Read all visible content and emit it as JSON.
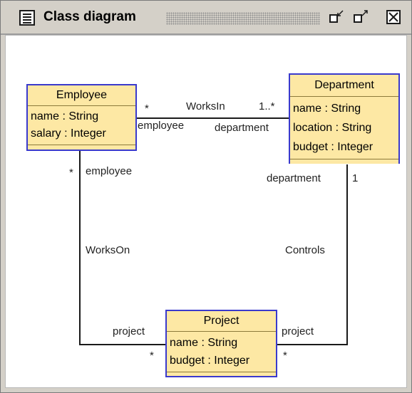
{
  "window": {
    "title": "Class diagram",
    "icons": {
      "document": "document-icon",
      "iconify": "iconify-icon",
      "maximize": "maximize-icon",
      "close": "close-icon"
    }
  },
  "classes": {
    "employee": {
      "name": "Employee",
      "attributes": [
        "name : String",
        "salary : Integer"
      ]
    },
    "department": {
      "name": "Department",
      "attributes": [
        "name : String",
        "location : String",
        "budget : Integer"
      ]
    },
    "project": {
      "name": "Project",
      "attributes": [
        "name : String",
        "budget : Integer"
      ]
    }
  },
  "associations": {
    "works_in": {
      "name": "WorksIn",
      "end_a": {
        "role": "employee",
        "multiplicity": "*"
      },
      "end_b": {
        "role": "department",
        "multiplicity": "1..*"
      }
    },
    "works_on": {
      "name": "WorksOn",
      "end_a": {
        "role": "employee",
        "multiplicity": "*"
      },
      "end_b": {
        "role": "project",
        "multiplicity": "*"
      }
    },
    "controls": {
      "name": "Controls",
      "end_a": {
        "role": "department",
        "multiplicity": "1"
      },
      "end_b": {
        "role": "project",
        "multiplicity": "*"
      }
    }
  },
  "colors": {
    "class_fill": "#fde8a4",
    "class_border": "#3a3acd",
    "line": "#1a1a1a",
    "window_bg": "#d4d0c8"
  }
}
